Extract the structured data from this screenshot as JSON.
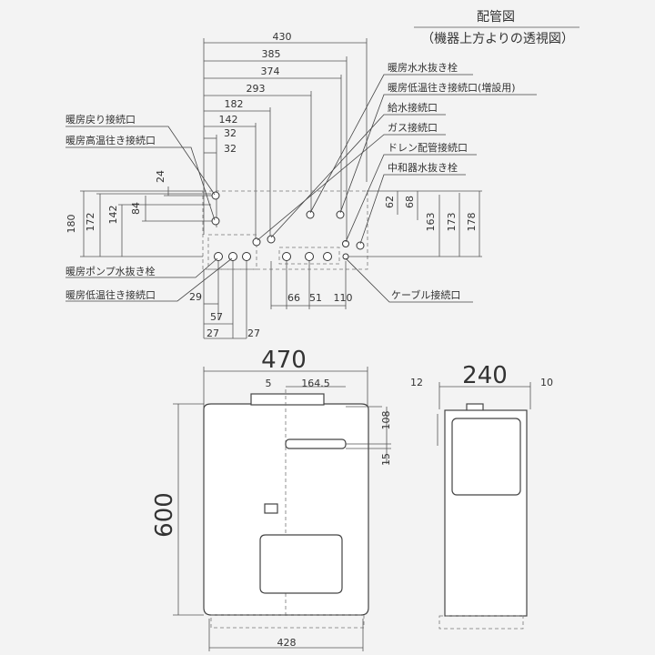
{
  "title": {
    "line1": "配管図",
    "line2": "（機器上方よりの透視図）"
  },
  "labels_left": {
    "return": "暖房戻り接続口",
    "high_supply": "暖房高温往き接続口",
    "pump_drain": "暖房ポンプ水抜き栓",
    "low_supply": "暖房低温往き接続口"
  },
  "labels_right": {
    "water_drain": "暖房水水抜き栓",
    "low_supply_ext": "暖房低温往き接続口(増設用)",
    "water_supply": "給水接続口",
    "gas": "ガス接続口",
    "drain_pipe": "ドレン配管接続口",
    "neutralizer_drain": "中和器水抜き栓",
    "cable": "ケーブル接続口"
  },
  "dims_top": [
    "430",
    "385",
    "374",
    "293",
    "182",
    "142",
    "32",
    "32"
  ],
  "dims_left_small": [
    "24",
    "84"
  ],
  "dims_left": [
    "180",
    "172",
    "142"
  ],
  "dims_right": [
    "62",
    "68",
    "163",
    "173",
    "178"
  ],
  "dims_bottom": [
    "29",
    "57",
    "27",
    "27",
    "66",
    "51",
    "110"
  ],
  "front": {
    "width": "470",
    "height": "600",
    "bottom": "428",
    "d5": "5",
    "d1645": "164.5",
    "d108": "108",
    "d15": "15"
  },
  "side": {
    "width": "240",
    "d12": "12",
    "d10": "10"
  }
}
